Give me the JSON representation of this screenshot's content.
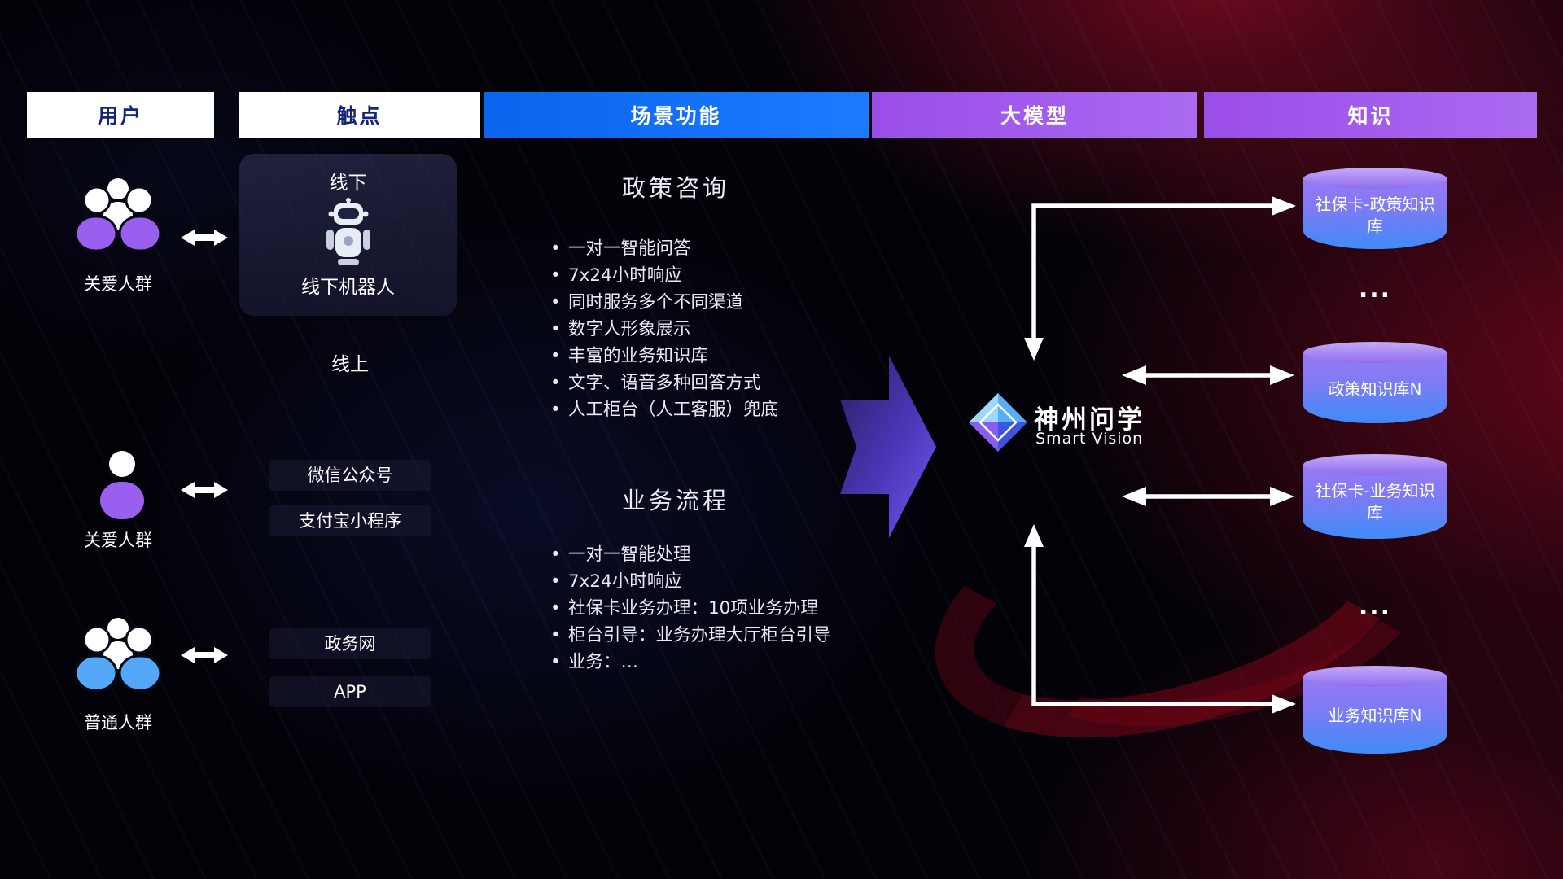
{
  "colors": {
    "scene_blue": "#0f6ef0",
    "model_purple": "#9f55ea",
    "header_text_dark": "#15267a",
    "cylinder_top": "#b393f6",
    "cylinder_bottom": "#3f8bf8",
    "big_arrow_purple": "#5b3fd8",
    "background_red": "#8e0a23",
    "user_purple": "#9b5ff0",
    "user_blue": "#53a9f8"
  },
  "headers": [
    {
      "label": "用户"
    },
    {
      "label": "触点"
    },
    {
      "label": "场景功能"
    },
    {
      "label": "大模型"
    },
    {
      "label": "知识"
    }
  ],
  "users": [
    {
      "label": "关爱人群",
      "icon": "group-people-purple-icon"
    },
    {
      "label": "关爱人群",
      "icon": "person-purple-icon"
    },
    {
      "label": "普通人群",
      "icon": "group-people-blue-icon"
    }
  ],
  "touchpoints": {
    "offline_title": "线下",
    "offline_device": "线下机器人",
    "online_title": "线上",
    "online_items": [
      "微信公众号",
      "支付宝小程序",
      "政务网",
      "APP"
    ]
  },
  "scenarios": [
    {
      "title": "政策咨询",
      "items": [
        "一对一智能问答",
        "7x24小时响应",
        "同时服务多个不同渠道",
        "数字人形象展示",
        "丰富的业务知识库",
        "文字、语音多种回答方式",
        "人工柜台（人工客服）兜底"
      ]
    },
    {
      "title": "业务流程",
      "items": [
        "一对一智能处理",
        "7x24小时响应",
        "社保卡业务办理：10项业务办理",
        "柜台引导：业务办理大厅柜台引导",
        "业务：…"
      ]
    }
  ],
  "model": {
    "name": "神州问学",
    "subtitle": "Smart Vision"
  },
  "knowledge": {
    "items": [
      {
        "type": "cylinder",
        "label": "社保卡-政策知识库"
      },
      {
        "type": "ellipsis",
        "label": "..."
      },
      {
        "type": "cylinder",
        "label": "政策知识库N"
      },
      {
        "type": "cylinder",
        "label": "社保卡-业务知识库"
      },
      {
        "type": "ellipsis",
        "label": "..."
      },
      {
        "type": "cylinder",
        "label": "业务知识库N"
      }
    ]
  }
}
